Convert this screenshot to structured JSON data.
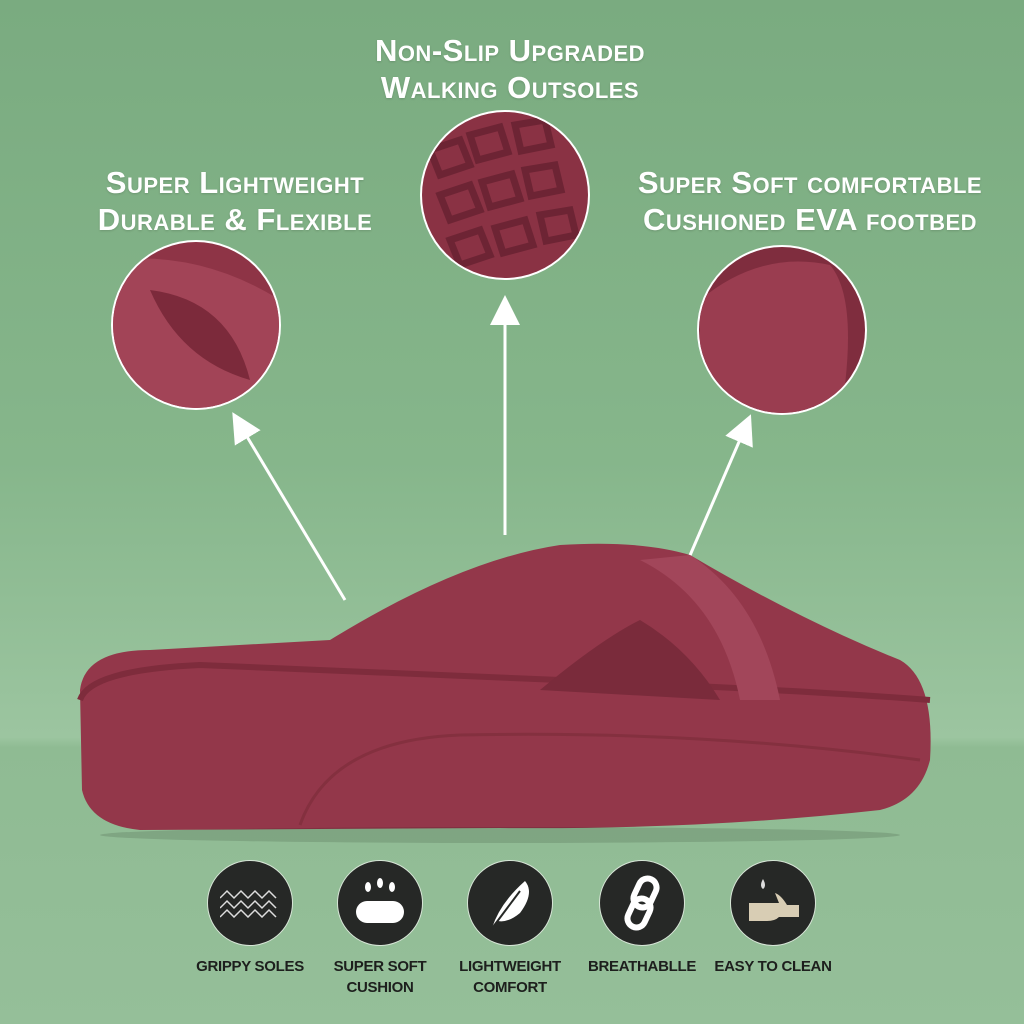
{
  "callouts": {
    "top": {
      "line1": "Non-Slip Upgraded",
      "line2": "Walking Outsoles"
    },
    "left": {
      "line1": "Super Lightweight",
      "line2": "Durable & Flexible"
    },
    "right": {
      "line1": "Super Soft comfortable",
      "line2": "Cushioned EVA footbed"
    }
  },
  "features": [
    {
      "icon": "zigzag-tread-icon",
      "line1": "GRIPPY SOLES",
      "line2": ""
    },
    {
      "icon": "cushion-icon",
      "line1": "SUPER SOFT",
      "line2": "CUSHION"
    },
    {
      "icon": "feather-icon",
      "line1": "LIGHTWEIGHT",
      "line2": "COMFORT"
    },
    {
      "icon": "chain-link-icon",
      "line1": "BREATHABLLE",
      "line2": ""
    },
    {
      "icon": "hand-water-drop-icon",
      "line1": "EASY TO CLEAN",
      "line2": ""
    }
  ],
  "colors": {
    "product": "#93374a",
    "background": "#86b68b",
    "icon_bg": "#262826"
  }
}
